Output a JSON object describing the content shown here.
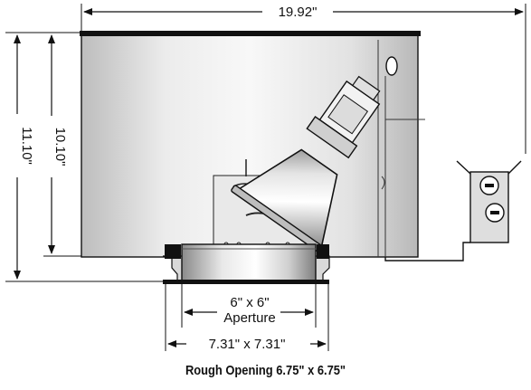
{
  "dimensions": {
    "overall_width": "19.92\"",
    "overall_height": "11.10\"",
    "housing_height": "10.10\"",
    "aperture_size": "6\" x 6\"",
    "aperture_label": "Aperture",
    "trim_size": "7.31\" x 7.31\""
  },
  "caption": "Rough Opening 6.75\" x 6.75\""
}
